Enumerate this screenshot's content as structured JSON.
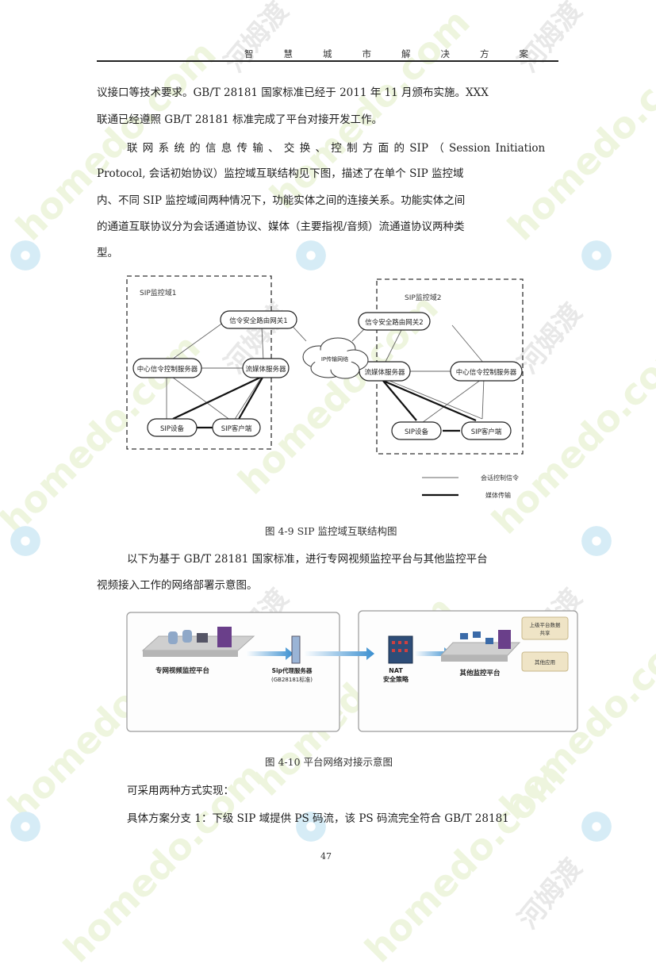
{
  "header": {
    "title": "智慧城市解决方案"
  },
  "paragraphs": {
    "p1_line1": "议接口等技术要求。GB/T 28181 国家标准已经于 2011 年 11 月颁布实施。XXX",
    "p1_line2": "联通已经遵照 GB/T 28181 标准完成了平台对接开发工作。",
    "p2_line1": "联 网 系 统 的 信 息 传 输 、 交 换 、 控 制 方 面 的 SIP （ Session Initiation",
    "p2_line2": "Protocol, 会话初始协议）监控域互联结构见下图，描述了在单个 SIP 监控域",
    "p2_line3": "内、不同 SIP 监控域间两种情况下，功能实体之间的连接关系。功能实体之间",
    "p2_line4": "的通道互联协议分为会话通道协议、媒体（主要指视/音频）流通道协议两种类",
    "p2_line5": "型。",
    "p3_line1": "以下为基于 GB/T 28181 国家标准，进行专网视频监控平台与其他监控平台",
    "p3_line2": "视频接入工作的网络部署示意图。",
    "p4_line1": "可采用两种方式实现：",
    "p5_line1": "具体方案分支 1：下级 SIP 域提供 PS 码流，该 PS 码流完全符合 GB/T 28181"
  },
  "figure1": {
    "caption": "图 4-9 SIP 监控域互联结构图",
    "domain1_label": "SIP监控域1",
    "domain2_label": "SIP监控域2",
    "gateway1": "信令安全路由网关1",
    "gateway2": "信令安全路由网关2",
    "center_server1": "中心信令控制服务器",
    "media_server1": "流媒体服务器",
    "sip_device1": "SIP设备",
    "sip_client1": "SIP客户端",
    "ip_network": "IP传输网络",
    "media_server2": "流媒体服务器",
    "center_server2": "中心信令控制服务器",
    "sip_device2": "SIP设备",
    "sip_client2": "SIP客户端",
    "legend_session": "会话控制信令",
    "legend_media": "媒体传输"
  },
  "figure2": {
    "caption": "图 4-10 平台网络对接示意图",
    "private_platform": "专网视频监控平台",
    "sip_proxy_line1": "Sip代理服务器",
    "sip_proxy_line2": "(GB28181标准)",
    "nat_line1": "NAT",
    "nat_line2": "安全策略",
    "other_platform": "其他监控平台",
    "box1_line1": "上级平台数据",
    "box1_line2": "共享",
    "box2": "其他应用"
  },
  "watermarks": {
    "site": "homedo.com",
    "brand": "河姆渡"
  },
  "page_number": "47",
  "colors": {
    "watermark_green": "#eef5de",
    "arrow_blue": "#3a8fd0",
    "panel_border": "#9a9a9a"
  }
}
